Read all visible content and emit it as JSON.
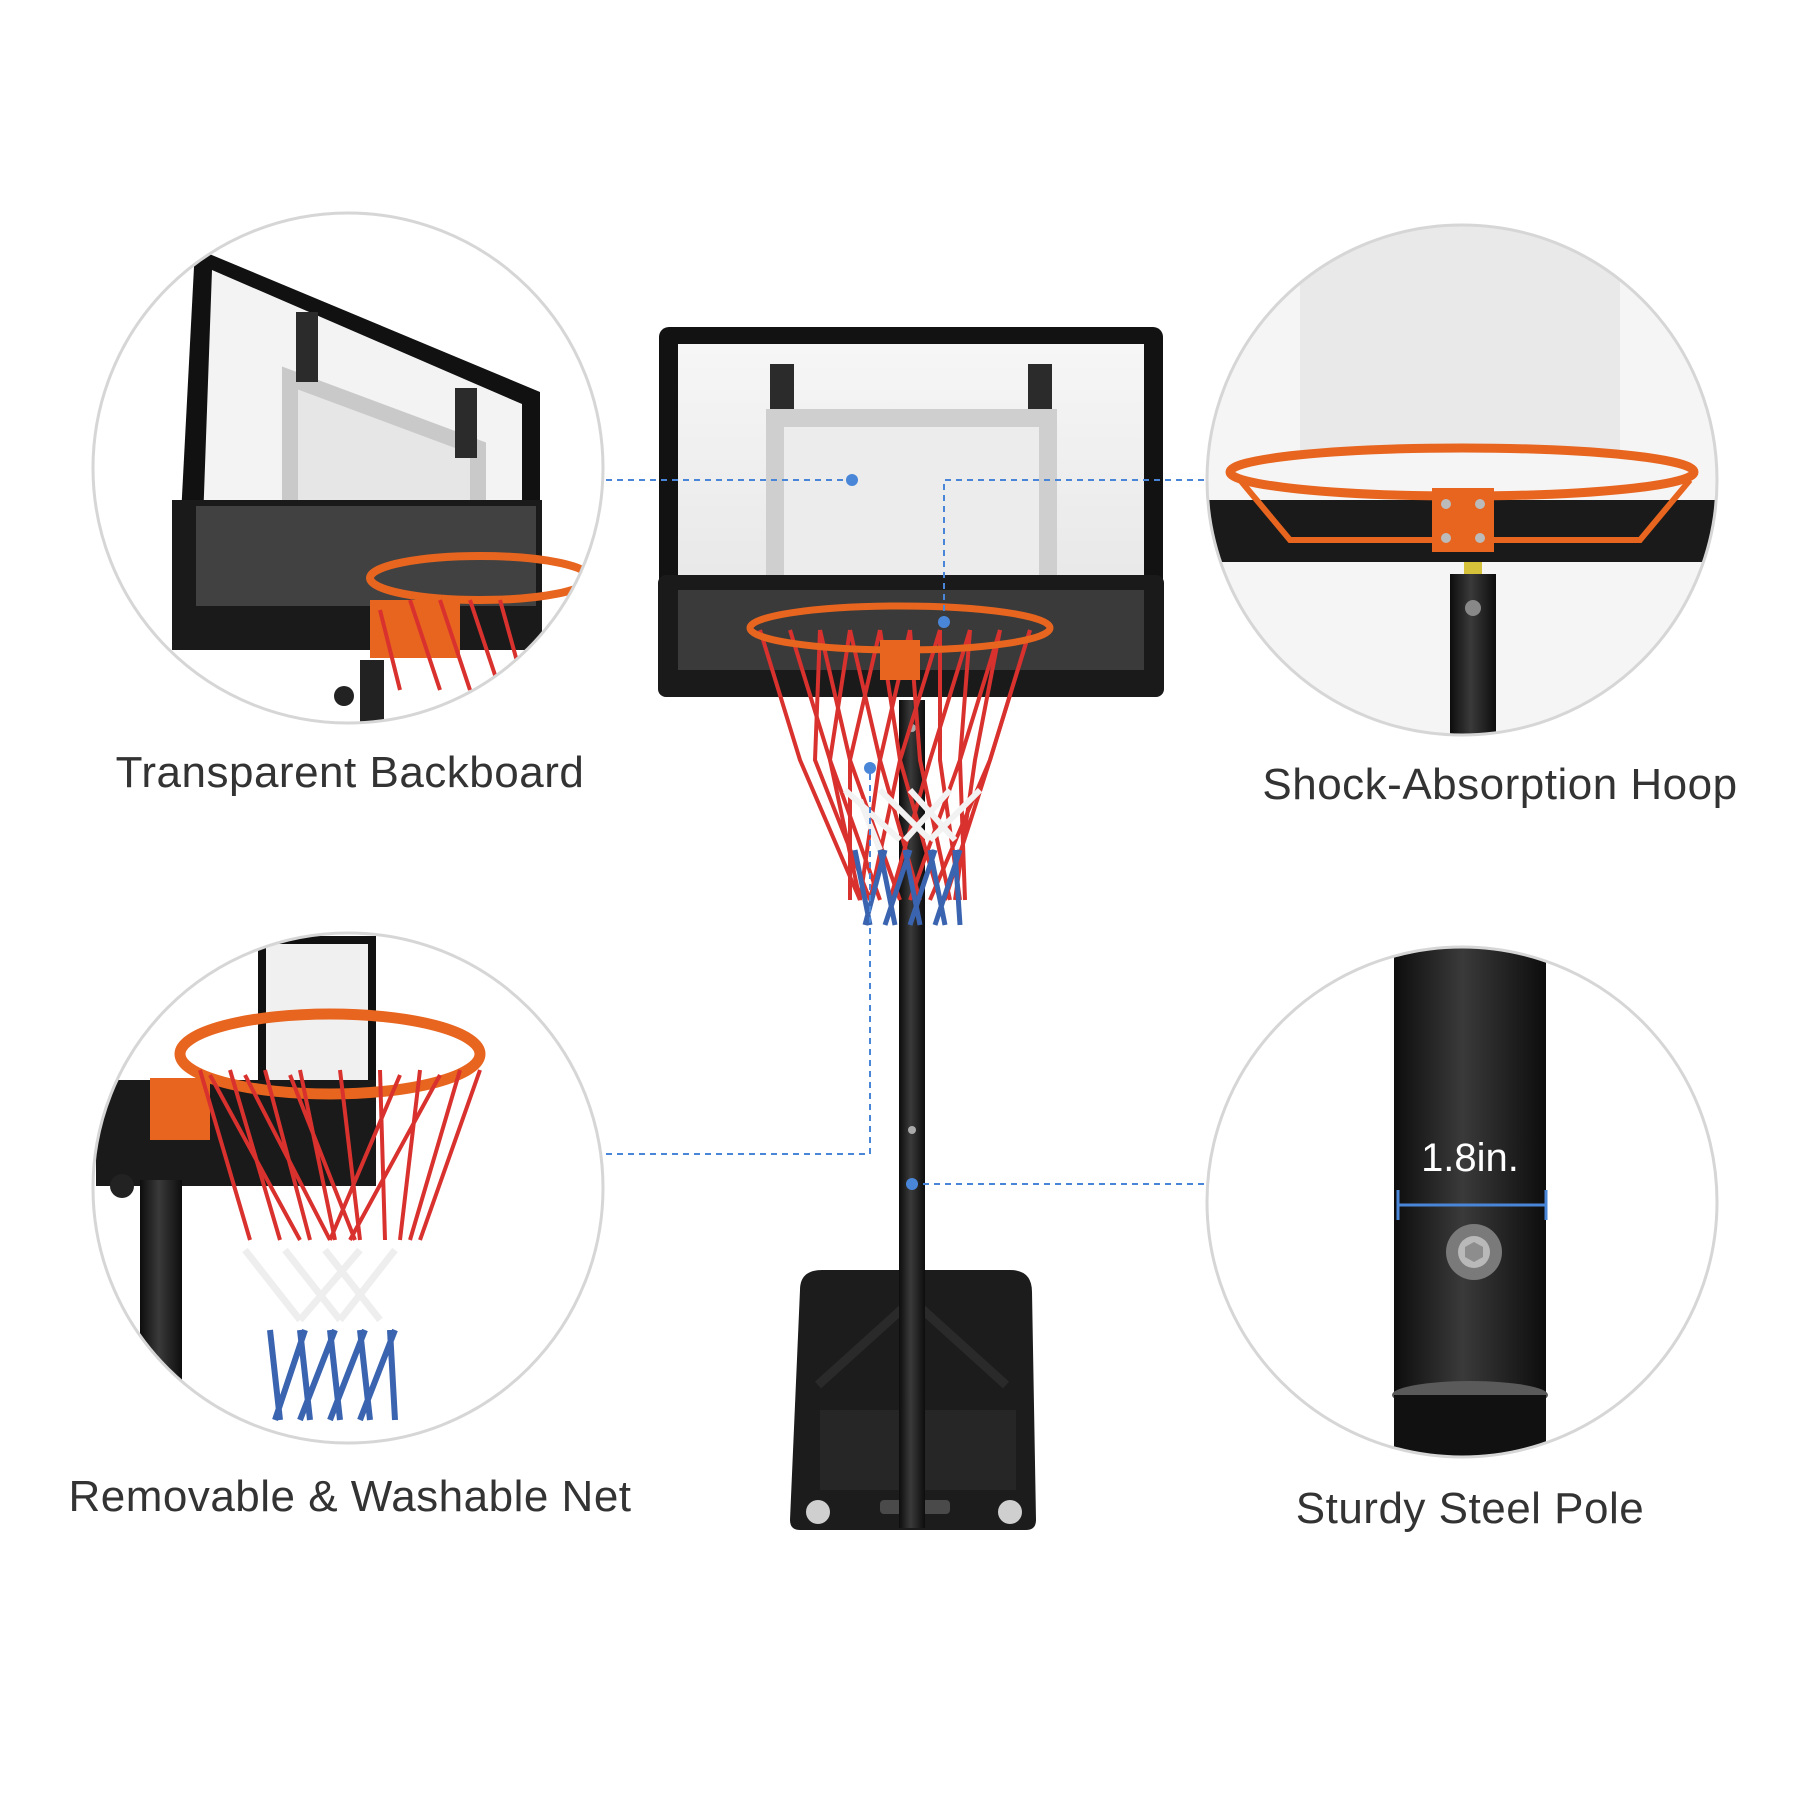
{
  "callouts": {
    "backboard": "Transparent Backboard",
    "hoop": "Shock-Absorption Hoop",
    "net": "Removable & Washable Net",
    "pole": "Sturdy Steel Pole"
  },
  "pole_diameter": "1.8in.",
  "colors": {
    "accent_blue": "#4a86d8",
    "rim_orange": "#e8651f",
    "frame_black": "#151515",
    "circle_border": "#d6d6d6",
    "net_red": "#d9322e",
    "net_blue": "#3a64b0"
  }
}
